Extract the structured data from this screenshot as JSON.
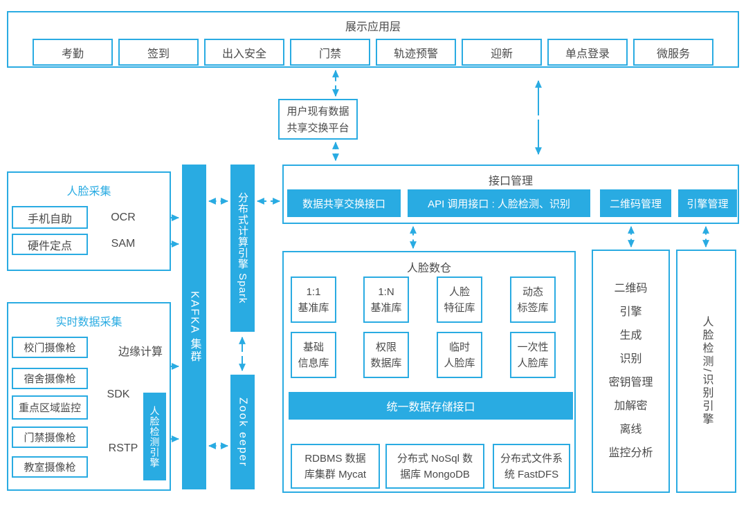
{
  "colors": {
    "accent": "#29abe2",
    "text": "#4a4a4a"
  },
  "app_layer": {
    "title": "展示应用层",
    "buttons": [
      "考勤",
      "签到",
      "出入安全",
      "门禁",
      "轨迹预警",
      "迎新",
      "单点登录",
      "微服务"
    ]
  },
  "exchange_platform": {
    "lines": [
      "用户现有数据",
      "共享交换平台"
    ]
  },
  "interface_mgmt": {
    "title": "接口管理",
    "items": [
      "数据共享交换接口",
      "API 调用接口 : 人脸检测、识别",
      "二维码管理",
      "引擎管理"
    ]
  },
  "face_collection": {
    "title": "人脸采集",
    "mobile": "手机自助",
    "hardware": "硬件定点",
    "ocr": "OCR",
    "sam": "SAM"
  },
  "realtime": {
    "title": "实时数据采集",
    "cameras": [
      "校门摄像枪",
      "宿舍摄像枪",
      "重点区域监控",
      "门禁摄像枪",
      "教室摄像枪"
    ],
    "edge": "边缘计算",
    "sdk": "SDK",
    "rstp": "RSTP"
  },
  "engines": {
    "face_detect": "人脸检测引擎"
  },
  "middleware": {
    "kafka": "KAFKA 集群",
    "spark": "分布式计算引擎 Spark",
    "zookeeper": "Zook eeper"
  },
  "warehouse": {
    "title": "人脸数仓",
    "libraries": [
      {
        "l1": "1:1",
        "l2": "基准库"
      },
      {
        "l1": "1:N",
        "l2": "基准库"
      },
      {
        "l1": "人脸",
        "l2": "特征库"
      },
      {
        "l1": "动态",
        "l2": "标签库"
      },
      {
        "l1": "基础",
        "l2": "信息库"
      },
      {
        "l1": "权限",
        "l2": "数据库"
      },
      {
        "l1": "临时",
        "l2": "人脸库"
      },
      {
        "l1": "一次性",
        "l2": "人脸库"
      }
    ],
    "storage_interface": "统一数据存储接口",
    "databases": [
      {
        "l1": "RDBMS 数据",
        "l2": "库集群 Mycat"
      },
      {
        "l1": "分布式 NoSql 数",
        "l2": "据库 MongoDB"
      },
      {
        "l1": "分布式文件系",
        "l2": "统 FastDFS"
      }
    ]
  },
  "qr_engine": {
    "lines": [
      "二维码",
      "引擎",
      "生成",
      "识别",
      "密钥管理",
      "加解密",
      "离线",
      "监控分析"
    ]
  },
  "face_engine": {
    "label": "人脸检测/识别引擎"
  }
}
